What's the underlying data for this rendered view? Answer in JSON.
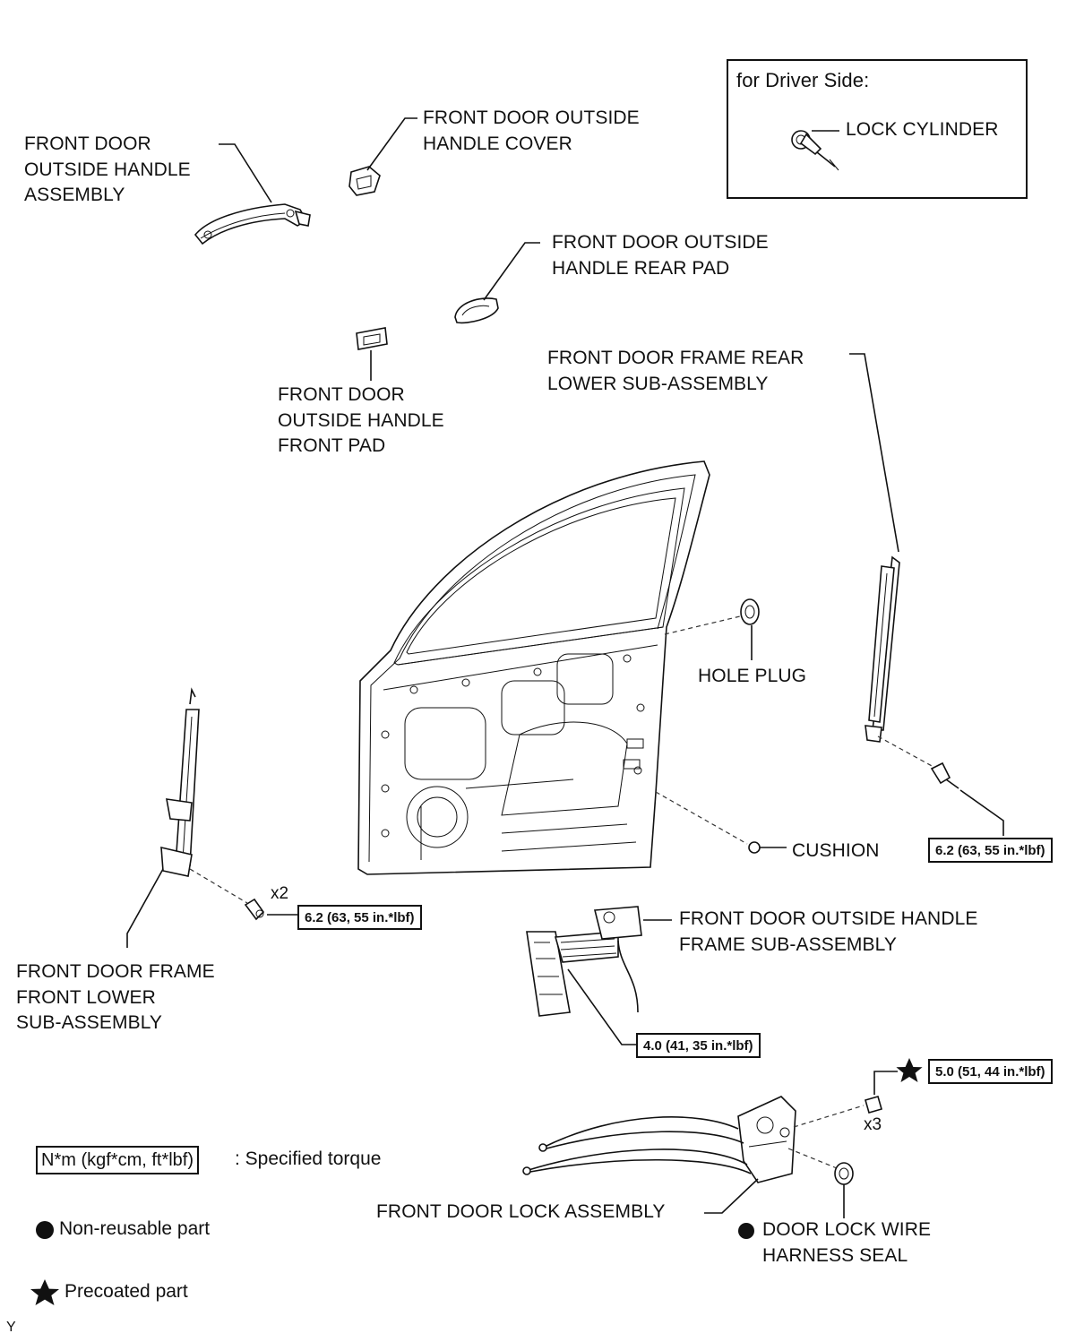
{
  "labels": {
    "outside_handle_assembly": "FRONT DOOR\nOUTSIDE HANDLE\nASSEMBLY",
    "outside_handle_cover": "FRONT DOOR OUTSIDE\nHANDLE COVER",
    "outside_handle_rear_pad": "FRONT DOOR OUTSIDE\nHANDLE REAR PAD",
    "outside_handle_front_pad": "FRONT DOOR\nOUTSIDE HANDLE\nFRONT PAD",
    "frame_rear_lower": "FRONT DOOR FRAME REAR\nLOWER SUB-ASSEMBLY",
    "hole_plug": "HOLE PLUG",
    "cushion": "CUSHION",
    "frame_front_lower": "FRONT DOOR FRAME\nFRONT LOWER\nSUB-ASSEMBLY",
    "outside_handle_frame": "FRONT DOOR OUTSIDE HANDLE\nFRAME SUB-ASSEMBLY",
    "door_lock_assembly": "FRONT DOOR LOCK ASSEMBLY",
    "door_lock_wire_harness_seal": "DOOR LOCK WIRE\nHARNESS SEAL"
  },
  "driver_side": {
    "title": "for Driver Side:",
    "lock_cylinder": "LOCK CYLINDER"
  },
  "torques": {
    "rear_frame_bolt": "6.2 (63, 55 in.*lbf)",
    "front_frame_bolt": "6.2 (63, 55 in.*lbf)",
    "handle_frame_bolt": "4.0 (41, 35 in.*lbf)",
    "lock_screw": "5.0 (51, 44 in.*lbf)"
  },
  "quantities": {
    "front_frame_bolt": "x2",
    "lock_screw": "x3"
  },
  "legend": {
    "torque_box": "N*m (kgf*cm, ft*lbf)",
    "torque_desc": ": Specified torque",
    "non_reusable": "Non-reusable part",
    "precoated": "Precoated part"
  },
  "corner_mark": "Y"
}
